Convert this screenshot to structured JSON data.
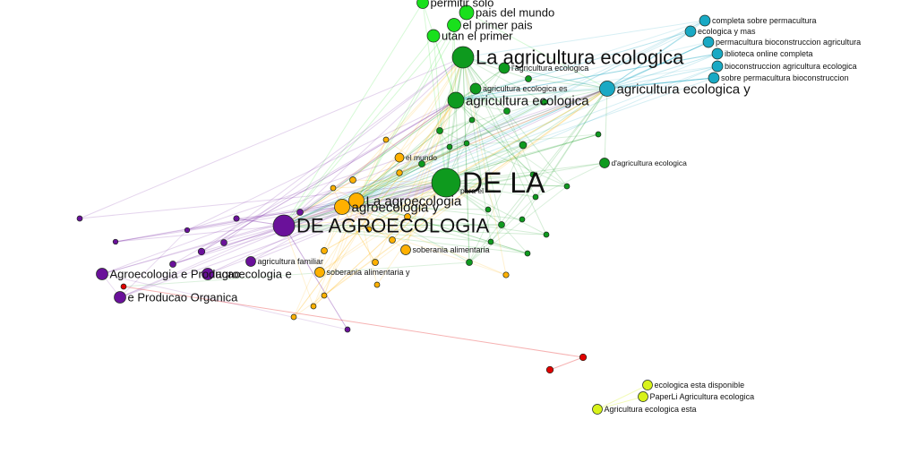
{
  "colors": {
    "green_dark": "#0e9a1e",
    "green_light": "#19e01c",
    "teal": "#19a9c4",
    "orange": "#ffb000",
    "purple": "#6a119a",
    "red": "#e00000",
    "yellow": "#d8f21a",
    "background": "#ffffff",
    "label": "#111111"
  },
  "nodes": [
    {
      "id": "n1",
      "label": "permitir solo",
      "color": "green_light",
      "size": "m"
    },
    {
      "id": "n2",
      "label": "pais del mundo",
      "color": "green_light",
      "size": "m"
    },
    {
      "id": "n3",
      "label": "el primer pais",
      "color": "green_light",
      "size": "m"
    },
    {
      "id": "n4",
      "label": "utan el primer",
      "color": "green_light",
      "size": "m"
    },
    {
      "id": "n5",
      "label": "La agricultura ecologica",
      "color": "green_dark",
      "size": "xl"
    },
    {
      "id": "n6",
      "label": "l'agricultura ecologica",
      "color": "green_dark",
      "size": "s"
    },
    {
      "id": "n7",
      "label": "agricultura ecologica es",
      "color": "green_dark",
      "size": "s"
    },
    {
      "id": "n8",
      "label": "agricultura ecologica",
      "color": "green_dark",
      "size": "l"
    },
    {
      "id": "n9",
      "label": "completa sobre permacultura",
      "color": "teal",
      "size": "s"
    },
    {
      "id": "n10",
      "label": "ecologica y mas",
      "color": "teal",
      "size": "s"
    },
    {
      "id": "n11",
      "label": "permacultura bioconstruccion agricultura",
      "color": "teal",
      "size": "s"
    },
    {
      "id": "n12",
      "label": "iblioteca online completa",
      "color": "teal",
      "size": "s"
    },
    {
      "id": "n13",
      "label": "bioconstruccion agricultura ecologica",
      "color": "teal",
      "size": "s"
    },
    {
      "id": "n14",
      "label": "sobre permacultura bioconstruccion",
      "color": "teal",
      "size": "s"
    },
    {
      "id": "n15",
      "label": "agricultura ecologica y",
      "color": "teal",
      "size": "l"
    },
    {
      "id": "n16",
      "label": "DE LA",
      "color": "green_dark",
      "size": "xxl"
    },
    {
      "id": "n17",
      "label": "para el",
      "color": "green_dark",
      "size": "xs"
    },
    {
      "id": "n18",
      "label": "d'agricultura ecologica",
      "color": "green_dark",
      "size": "xs"
    },
    {
      "id": "n19",
      "label": "el mundo",
      "color": "orange",
      "size": "xs"
    },
    {
      "id": "n20",
      "label": "La agroecologia",
      "color": "orange",
      "size": "l"
    },
    {
      "id": "n21",
      "label": "agroecologia y",
      "color": "orange",
      "size": "l"
    },
    {
      "id": "n22",
      "label": "DE AGROECOLOGIA",
      "color": "purple",
      "size": "xl"
    },
    {
      "id": "n23",
      "label": "soberania alimentaria",
      "color": "orange",
      "size": "s"
    },
    {
      "id": "n24",
      "label": "agricultura familiar",
      "color": "purple",
      "size": "s"
    },
    {
      "id": "n25",
      "label": "soberania alimentaria y",
      "color": "orange",
      "size": "s"
    },
    {
      "id": "n26",
      "label": "Agroecologia e Producao",
      "color": "purple",
      "size": "m"
    },
    {
      "id": "n27",
      "label": "agroecologia e",
      "color": "purple",
      "size": "m"
    },
    {
      "id": "n28",
      "label": "e Producao Organica",
      "color": "purple",
      "size": "m"
    },
    {
      "id": "n29",
      "label": "ecologica esta disponible",
      "color": "yellow",
      "size": "s"
    },
    {
      "id": "n30",
      "label": "PaperLi Agricultura ecologica",
      "color": "yellow",
      "size": "s"
    },
    {
      "id": "n31",
      "label": "Agricultura ecologica esta",
      "color": "yellow",
      "size": "s"
    }
  ],
  "minor_nodes": [
    {
      "color": "green_dark"
    },
    {
      "color": "green_dark"
    },
    {
      "color": "green_dark"
    },
    {
      "color": "green_dark"
    },
    {
      "color": "green_dark"
    },
    {
      "color": "green_dark"
    },
    {
      "color": "green_dark"
    },
    {
      "color": "green_dark"
    },
    {
      "color": "green_dark"
    },
    {
      "color": "green_dark"
    },
    {
      "color": "green_dark"
    },
    {
      "color": "green_dark"
    },
    {
      "color": "green_dark"
    },
    {
      "color": "green_dark"
    },
    {
      "color": "green_dark"
    },
    {
      "color": "green_dark"
    },
    {
      "color": "green_dark"
    },
    {
      "color": "green_dark"
    },
    {
      "color": "green_dark"
    },
    {
      "color": "green_dark"
    },
    {
      "color": "orange"
    },
    {
      "color": "orange"
    },
    {
      "color": "orange"
    },
    {
      "color": "orange"
    },
    {
      "color": "orange"
    },
    {
      "color": "orange"
    },
    {
      "color": "orange"
    },
    {
      "color": "orange"
    },
    {
      "color": "orange"
    },
    {
      "color": "orange"
    },
    {
      "color": "orange"
    },
    {
      "color": "orange"
    },
    {
      "color": "orange"
    },
    {
      "color": "orange"
    },
    {
      "color": "purple"
    },
    {
      "color": "purple"
    },
    {
      "color": "purple"
    },
    {
      "color": "purple"
    },
    {
      "color": "purple"
    },
    {
      "color": "purple"
    },
    {
      "color": "purple"
    },
    {
      "color": "purple"
    },
    {
      "color": "purple"
    },
    {
      "color": "red"
    },
    {
      "color": "red"
    },
    {
      "color": "red"
    }
  ]
}
